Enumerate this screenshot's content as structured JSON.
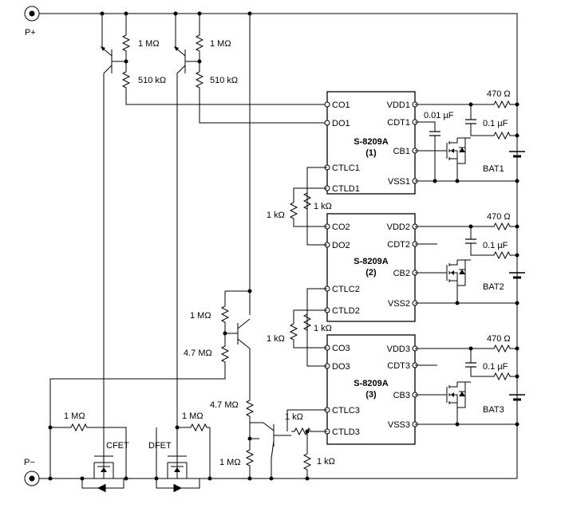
{
  "terminals": {
    "p_plus": "P+",
    "p_minus": "P−"
  },
  "chips": [
    {
      "name": "S-8209A",
      "index": "(1)",
      "left_pins": [
        "CO1",
        "DO1",
        "CTLC1",
        "CTLD1"
      ],
      "right_pins": [
        "VDD1",
        "CDT1",
        "CB1",
        "VSS1"
      ]
    },
    {
      "name": "S-8209A",
      "index": "(2)",
      "left_pins": [
        "CO2",
        "DO2",
        "CTLC2",
        "CTLD2"
      ],
      "right_pins": [
        "VDD2",
        "CDT2",
        "CB2",
        "VSS2"
      ]
    },
    {
      "name": "S-8209A",
      "index": "(3)",
      "left_pins": [
        "CO3",
        "DO3",
        "CTLC3",
        "CTLD3"
      ],
      "right_pins": [
        "VDD3",
        "CDT3",
        "CB3",
        "VSS3"
      ]
    }
  ],
  "batteries": [
    "BAT1",
    "BAT2",
    "BAT3"
  ],
  "components": {
    "r_1m": "1 MΩ",
    "r_510k": "510 kΩ",
    "r_470": "470 Ω",
    "r_1k": "1 kΩ",
    "r_4_7m": "4.7 MΩ",
    "c_0_01u": "0.01 µF",
    "c_0_1u": "0.1 µF"
  },
  "fets": {
    "cfet": "CFET",
    "dfet": "DFET"
  }
}
